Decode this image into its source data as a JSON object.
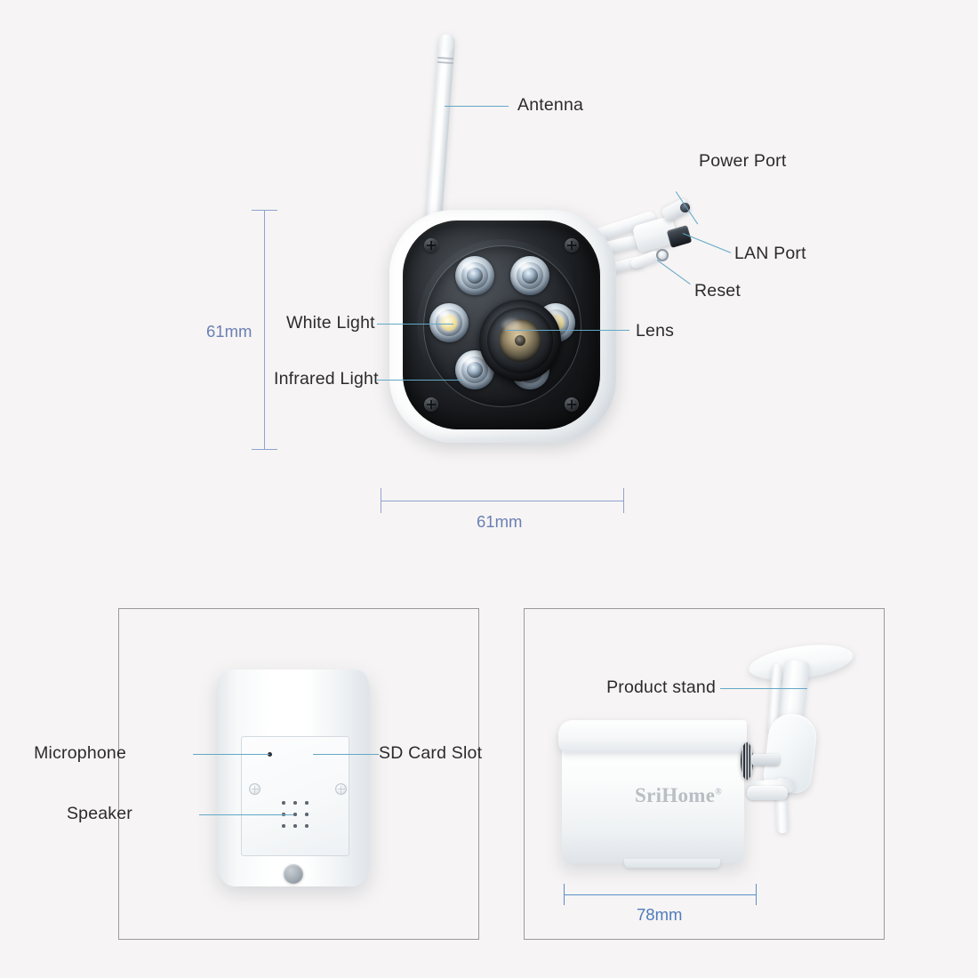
{
  "page": {
    "background_color": "#f6f4f4",
    "leader_color": "#63a8c6",
    "dimension_color": "#8fa3cf",
    "label_color": "#2b2b2b"
  },
  "front_view": {
    "labels": {
      "antenna": "Antenna",
      "power_port": "Power Port",
      "lan_port": "LAN Port",
      "reset": "Reset",
      "white_light": "White Light",
      "infrared_light": "Infrared Light",
      "lens": "Lens"
    },
    "dimensions": {
      "height": "61mm",
      "width": "61mm"
    }
  },
  "back_view": {
    "labels": {
      "microphone": "Microphone",
      "sd_card_slot": "SD Card Slot",
      "speaker": "Speaker"
    }
  },
  "side_view": {
    "labels": {
      "product_stand": "Product stand"
    },
    "brand": "SriHome",
    "brand_mark": "®",
    "dimensions": {
      "width": "78mm"
    }
  }
}
